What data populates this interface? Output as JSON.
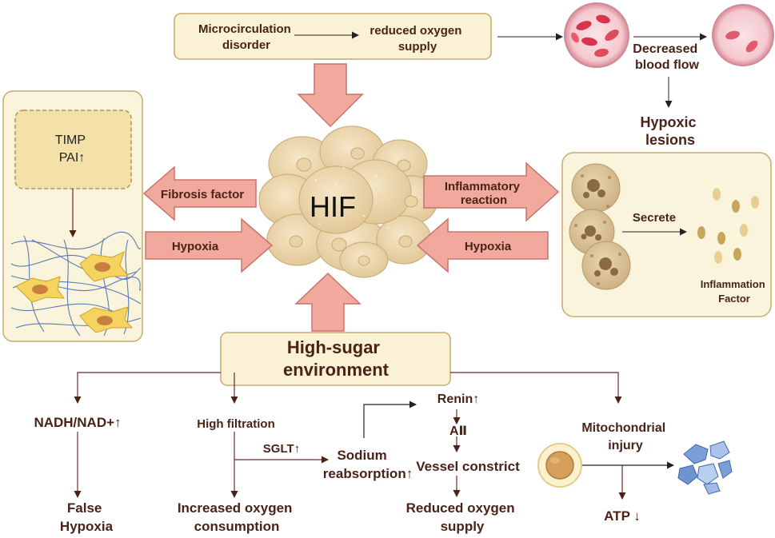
{
  "colors": {
    "box_fill": "#fbf2d6",
    "box_stroke": "#c8aa6a",
    "panel_fill": "#fbf4dc",
    "arrow_fill": "#f0a99c",
    "arrow_stroke": "#c9736a",
    "text": "#4a2318",
    "line": "#4a2318",
    "cell": "#efdcb8",
    "fiber": "#5a7ab5",
    "fibroblast": "#f4d35e"
  },
  "top_box": {
    "left_label": [
      "Microcirculation",
      "disorder"
    ],
    "right_label": [
      "reduced oxygen",
      "supply"
    ]
  },
  "blood_flow": {
    "label": [
      "Decreased",
      "blood flow"
    ],
    "result": [
      "Hypoxic",
      "lesions"
    ]
  },
  "center": {
    "label": "HIF"
  },
  "left_panel": {
    "inner_box": [
      "TIMP",
      "PAI↑"
    ]
  },
  "arrows": {
    "fibrosis": "Fibrosis factor",
    "hypoxia_left": "Hypoxia",
    "inflammatory": [
      "Inflammatory",
      "reaction"
    ],
    "hypoxia_right": "Hypoxia"
  },
  "right_panel": {
    "secrete": "Secrete",
    "factor": [
      "Inflammation",
      "Factor"
    ]
  },
  "sugar_box": {
    "label": [
      "High-sugar",
      "environment"
    ]
  },
  "branches": {
    "nadh": "NADH/NAD+↑",
    "false_hypoxia": [
      "False",
      "Hypoxia"
    ],
    "high_filtration": "High filtration",
    "sglt": "SGLT↑",
    "increased_o2": [
      "Increased oxygen",
      "consumption"
    ],
    "sodium": [
      "Sodium",
      "reabsorption↑"
    ],
    "renin": "Renin↑",
    "a2": "AⅡ",
    "vessel": "Vessel constrict",
    "reduced_o2": [
      "Reduced oxygen",
      "supply"
    ],
    "mito": [
      "Mitochondrial",
      "injury"
    ],
    "atp": "ATP ↓"
  }
}
